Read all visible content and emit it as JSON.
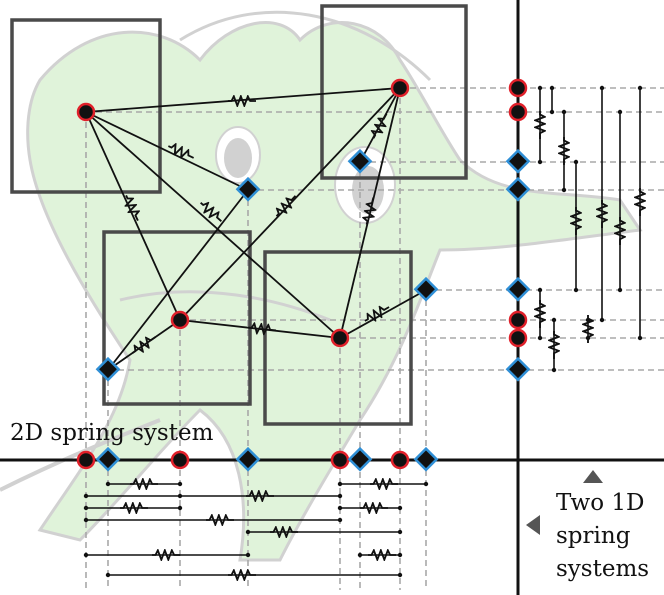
{
  "labels": {
    "spring_2d": "2D spring system",
    "spring_1d_line1": "Two 1D",
    "spring_1d_line2": "spring",
    "spring_1d_line3": "systems"
  },
  "colors": {
    "circle_node": "#e0202a",
    "diamond_node": "#2f8fd6",
    "node_fill": "#111111",
    "frame": "#4a4a4a",
    "guide": "#a8a8a8",
    "background_shape": "#d9f2d3"
  }
}
